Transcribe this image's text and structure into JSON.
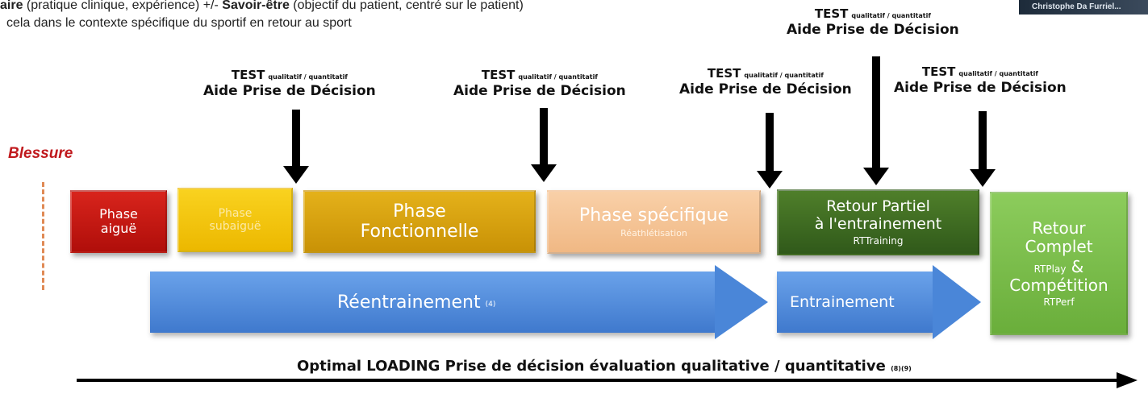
{
  "header": {
    "line1_bold_a": "aire",
    "line1_a": " (pratique clinique, expérience) +/- ",
    "line1_bold_b": "Savoir-être",
    "line1_b": " (objectif du patient, centré sur le patient)",
    "line2": "cela dans le contexte spécifique du sportif en retour au sport",
    "video_caption": "Christophe Da Furriel..."
  },
  "test_labels": [
    {
      "test": "TEST",
      "qual": "qualitatif / quantitatif",
      "aide": "Aide Prise de Décision"
    },
    {
      "test": "TEST",
      "qual": "qualitatif / quantitatif",
      "aide": "Aide Prise de Décision"
    },
    {
      "test": "TEST",
      "qual": "qualitatif / quantitatif",
      "aide": "Aide Prise de Décision"
    },
    {
      "test": "TEST",
      "qual": "qualitatif / quantitatif",
      "aide": "Aide Prise de Décision"
    },
    {
      "test": "TEST",
      "qual": "qualitatif / quantitatif",
      "aide": "Aide Prise de Décision"
    }
  ],
  "blessure": "Blessure",
  "phases": [
    {
      "title_l1": "Phase",
      "title_l2": "aiguë",
      "sub": ""
    },
    {
      "title_l1": "Phase",
      "title_l2": "subaiguë",
      "sub": ""
    },
    {
      "title_l1": "Phase",
      "title_l2": "Fonctionnelle",
      "sub": ""
    },
    {
      "title_l1": "Phase spécifique",
      "title_l2": "",
      "sub": "Réathlétisation"
    },
    {
      "title_l1": "Retour Partiel",
      "title_l2": "à l'entrainement",
      "sub": "RTTraining"
    },
    {
      "title_l1": "Retour",
      "title_l2": "Complet",
      "sub_a": "RTPlay",
      "amp": "&",
      "title_l3": "Compétition",
      "sub": "RTPerf"
    }
  ],
  "arrows": {
    "reentrainement": "Réentrainement",
    "reentrainement_ref": "(4)",
    "entrainement": "Entrainement"
  },
  "loading": {
    "text": "Optimal LOADING Prise de décision évaluation qualitative / quantitative",
    "ref": "(8)(9)"
  },
  "colors": {
    "aigue": "#c8130f",
    "subaigue": "#f3c20c",
    "fonctionnelle": "#d8a30a",
    "specifique": "#f5c59a",
    "retour_partiel": "#3f6e1e",
    "retour_complet": "#7cc04d",
    "blue_arrow": "#4a86d8"
  }
}
